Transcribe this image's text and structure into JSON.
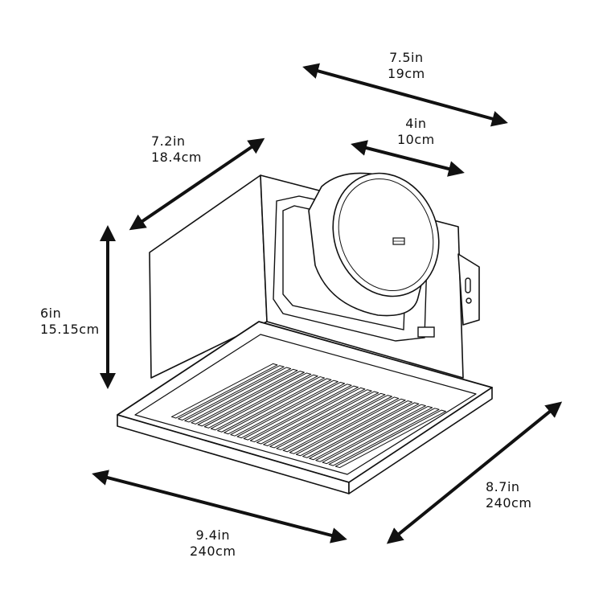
{
  "colors": {
    "stroke": "#111111",
    "background": "#ffffff",
    "grille_fill": "#ffffff"
  },
  "dimensions": {
    "top_width": {
      "imperial": "7.5in",
      "metric": "19cm"
    },
    "duct": {
      "imperial": "4in",
      "metric": "10cm"
    },
    "depth": {
      "imperial": "7.2in",
      "metric": "18.4cm"
    },
    "height": {
      "imperial": "6in",
      "metric": "15.15cm"
    },
    "grille_width": {
      "imperial": "9.4in",
      "metric": "240cm"
    },
    "grille_depth": {
      "imperial": "8.7in",
      "metric": "240cm"
    }
  }
}
